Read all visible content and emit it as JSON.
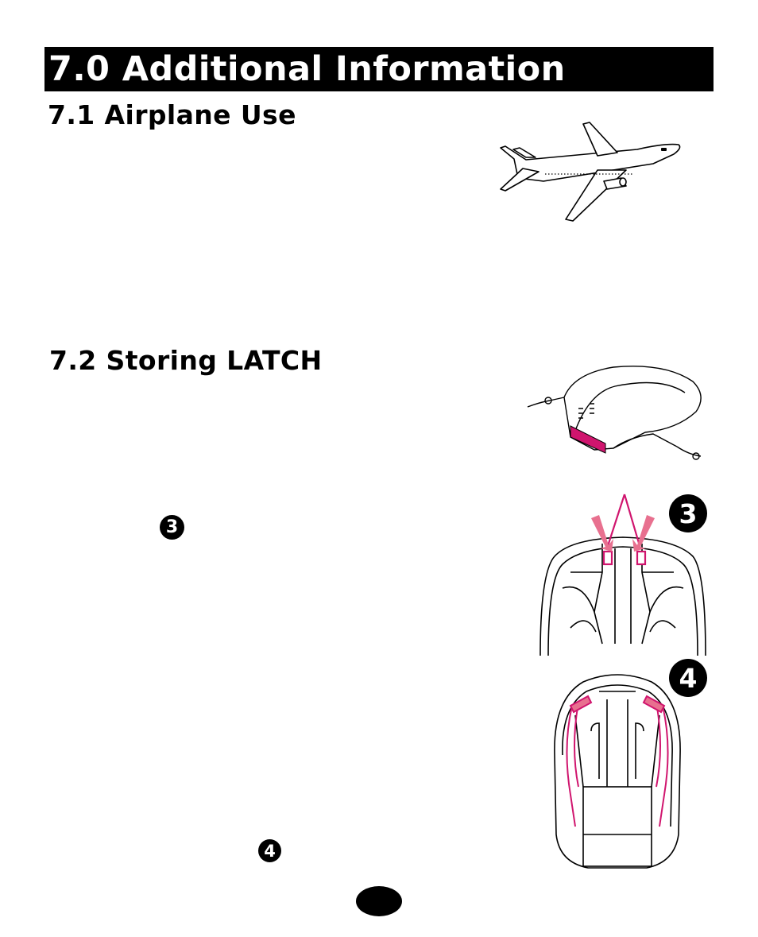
{
  "header": {
    "title": "7.0 Additional Information"
  },
  "sections": [
    {
      "id": "airplane",
      "heading": "7.1 Airplane Use"
    },
    {
      "id": "latch",
      "heading": "7.2 Storing LATCH"
    }
  ],
  "steps": {
    "inline_step_3": "3",
    "inline_step_4": "4",
    "figure_label_3": "3",
    "figure_label_4": "4"
  },
  "figures": [
    {
      "name": "airplane-illustration",
      "icon": "airplane-icon"
    },
    {
      "name": "car-seat-base-illustration",
      "icon": "car-seat-base-icon"
    },
    {
      "name": "seat-top-view-illustration",
      "icon": "car-seat-top-view-icon"
    },
    {
      "name": "seat-bottom-view-illustration",
      "icon": "car-seat-bottom-view-icon"
    }
  ],
  "colors": {
    "accent": "#d0156e",
    "accent_light": "#e8708f",
    "ink": "#000000"
  }
}
